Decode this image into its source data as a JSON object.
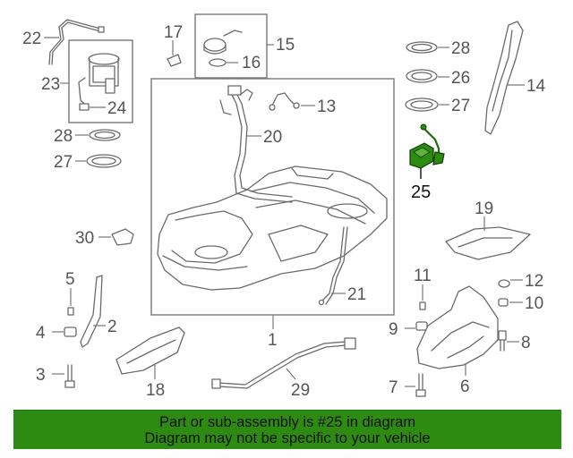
{
  "callouts": {
    "c1": "1",
    "c2": "2",
    "c3": "3",
    "c4": "4",
    "c5": "5",
    "c6": "6",
    "c7": "7",
    "c8": "8",
    "c9": "9",
    "c10": "10",
    "c11": "11",
    "c12": "12",
    "c13": "13",
    "c14": "14",
    "c15": "15",
    "c16": "16",
    "c17": "17",
    "c18": "18",
    "c19": "19",
    "c20": "20",
    "c21": "21",
    "c22": "22",
    "c23": "23",
    "c24": "24",
    "c25": "25",
    "c26": "26",
    "c27a": "27",
    "c27b": "27",
    "c28a": "28",
    "c28b": "28",
    "c29": "29",
    "c30": "30"
  },
  "highlight": {
    "part_number": "25",
    "color": "#2e8b12"
  },
  "banner": {
    "line1": "Part or sub-assembly is #25 in diagram",
    "line2": "Diagram may not be specific to your vehicle",
    "background": "#2e8b12"
  }
}
